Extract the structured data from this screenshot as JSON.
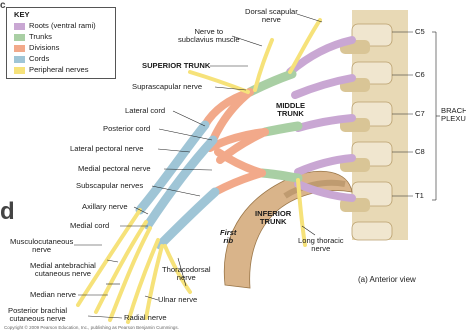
{
  "key": {
    "title": "KEY",
    "items": [
      {
        "label": "Roots (ventral rami)",
        "color": "#c9a7d3"
      },
      {
        "label": "Trunks",
        "color": "#a9cfa4"
      },
      {
        "label": "Divisions",
        "color": "#f2a98a"
      },
      {
        "label": "Cords",
        "color": "#9fc5d6"
      },
      {
        "label": "Peripheral nerves",
        "color": "#f6e27a"
      }
    ]
  },
  "labels": {
    "nerve_to_subclavius": "Nerve to\nsubclavius muscle",
    "dorsal_scapular": "Dorsal scapular\nnerve",
    "superior_trunk": "SUPERIOR TRUNK",
    "suprascapular": "Suprascapular nerve",
    "lateral_cord": "Lateral cord",
    "posterior_cord": "Posterior cord",
    "middle_trunk": "MIDDLE\nTRUNK",
    "lateral_pectoral": "Lateral pectoral nerve",
    "medial_pectoral": "Medial pectoral nerve",
    "subscapular": "Subscapular nerves",
    "axillary": "Axillary nerve",
    "medial_cord": "Medial cord",
    "musculocutaneous": "Musculocutaneous\nnerve",
    "medial_antebrachial": "Medial antebrachial\ncutaneous nerve",
    "median": "Median nerve",
    "posterior_brachial": "Posterior brachial\ncutaneous nerve",
    "radial": "Radial nerve",
    "ulnar": "Ulnar nerve",
    "thoracodorsal": "Thoracodorsal\nnerve",
    "first_rib": "First\nrib",
    "inferior_trunk": "INFERIOR\nTRUNK",
    "long_thoracic": "Long thoracic\nnerve",
    "anterior_view": "(a) Anterior view",
    "c5": "C5",
    "c6": "C6",
    "c7": "C7",
    "c8": "C8",
    "t1": "T1",
    "brachial_plexus": "BRACHIAL\nPLEXUS",
    "copyright": "Copyright © 2009 Pearson Education, Inc., publishing as Pearson Benjamin Cummings.",
    "crop_top": "c",
    "crop_mid": "d"
  }
}
